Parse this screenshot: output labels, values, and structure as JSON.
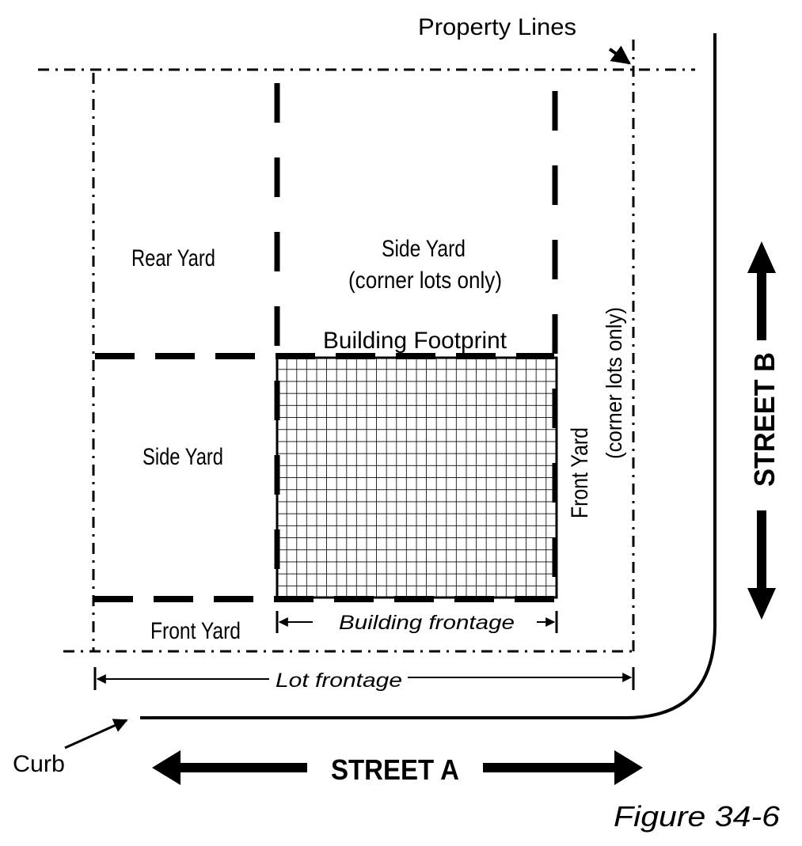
{
  "labels": {
    "property_lines": "Property Lines",
    "rear_yard": "Rear Yard",
    "side_yard_corner": "Side Yard",
    "side_yard_corner_note": "(corner lots only)",
    "building_footprint": "Building Footprint",
    "front_yard_corner": "Front Yard",
    "front_yard_corner_note": "(corner lots only)",
    "side_yard": "Side Yard",
    "front_yard": "Front Yard",
    "building_frontage": "Building frontage",
    "lot_frontage": "Lot frontage",
    "curb": "Curb",
    "street_a": "STREET A",
    "street_b": "STREET B",
    "figure": "Figure 34-6"
  },
  "colors": {
    "ink": "#000000",
    "background": "#ffffff"
  }
}
